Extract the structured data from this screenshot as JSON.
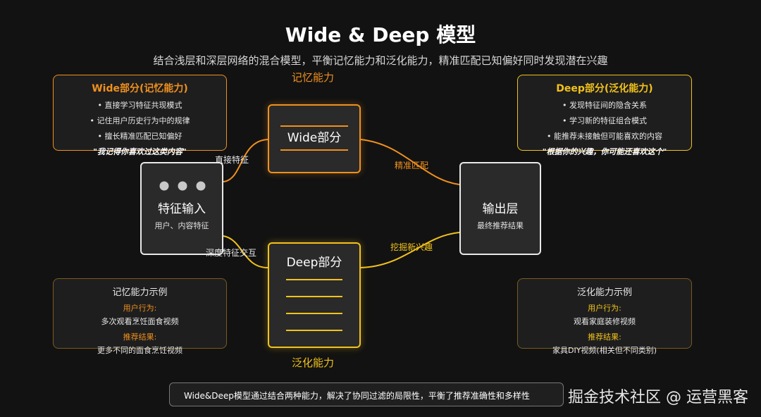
{
  "header": {
    "title": "Wide & Deep 模型",
    "subtitle": "结合浅层和深层网络的混合模型，平衡记忆能力和泛化能力，精准匹配已知偏好同时发现潜在兴趣"
  },
  "wide_panel": {
    "title": "Wide部分(记忆能力)",
    "items": [
      "• 直接学习特征共现模式",
      "• 记住用户历史行为中的规律",
      "• 擅长精准匹配已知偏好"
    ],
    "quote": "\"我记得你喜欢过这类内容\""
  },
  "deep_panel": {
    "title": "Deep部分(泛化能力)",
    "items": [
      "• 发现特征间的隐含关系",
      "• 学习新的特征组合模式",
      "• 能推荐未接触但可能喜欢的内容"
    ],
    "quote": "\"根据你的兴趣，你可能还喜欢这个\""
  },
  "nodes": {
    "wide": {
      "title": "Wide部分",
      "caption": "记忆能力"
    },
    "deep": {
      "title": "Deep部分",
      "caption": "泛化能力"
    },
    "input": {
      "title": "特征输入",
      "sub": "用户、内容特征"
    },
    "output": {
      "title": "输出层",
      "sub": "最终推荐结果"
    }
  },
  "edges": {
    "input_wide": "直接特征",
    "input_deep": "深度特征交互",
    "wide_output": "精准匹配",
    "deep_output": "挖掘新兴趣"
  },
  "memory_example": {
    "title": "记忆能力示例",
    "behavior_label": "用户行为:",
    "behavior": "多次观看烹饪面食视频",
    "result_label": "推荐结果:",
    "result": "更多不同的面食烹饪视频"
  },
  "general_example": {
    "title": "泛化能力示例",
    "behavior_label": "用户行为:",
    "behavior": "观看家庭装修视频",
    "result_label": "推荐结果:",
    "result": "家具DIY视频(相关但不同类别)"
  },
  "footer": {
    "conclusion": "Wide&Deep模型通过结合两种能力，解决了协同过滤的局限性，平衡了推荐准确性和多样性",
    "watermark": "掘金技术社区 @ 运营黑客"
  },
  "colors": {
    "orange": "#f0901e",
    "yellow": "#f2c21b",
    "background": "#121212"
  }
}
